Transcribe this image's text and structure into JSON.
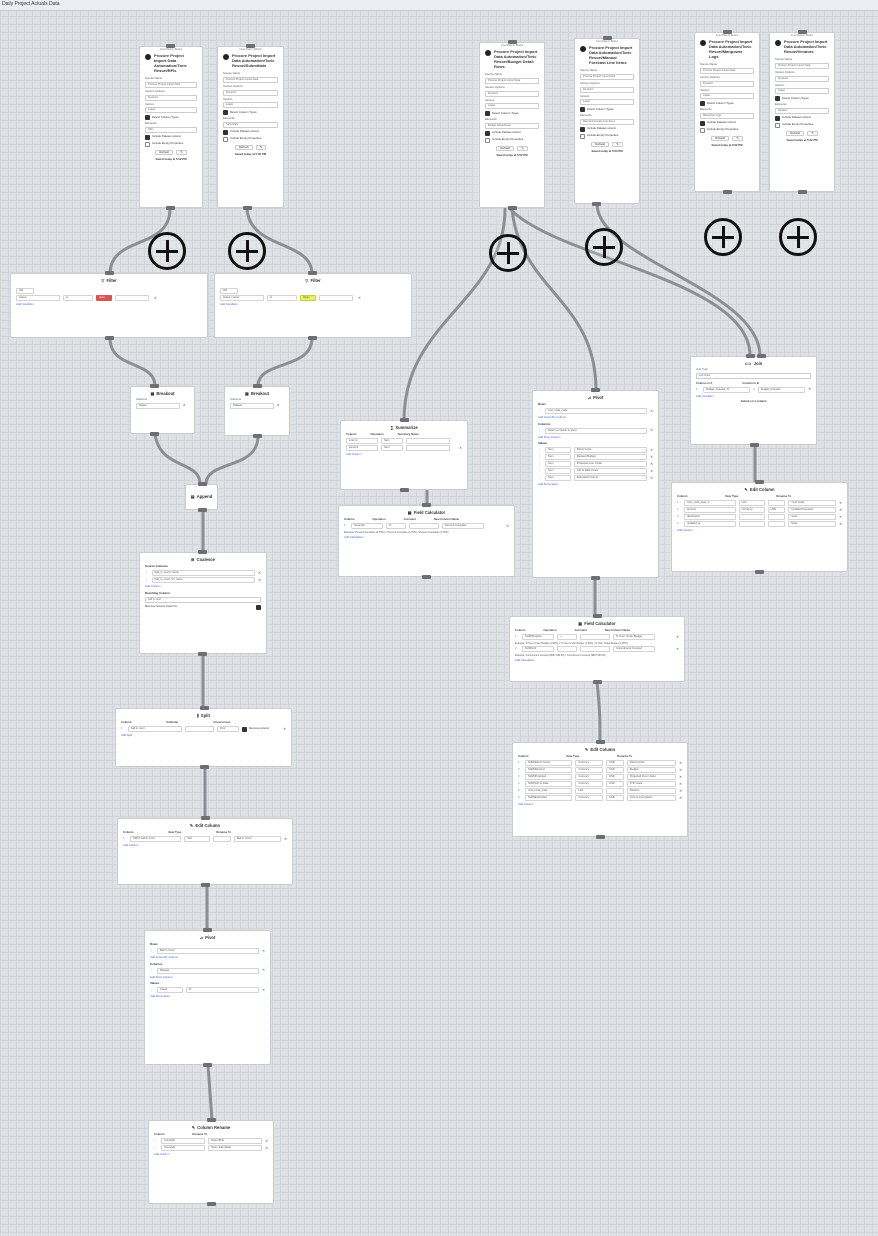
{
  "window": {
    "title": "Daily Project Actuals Data"
  },
  "icons": {
    "plus": "plus-circle-icon",
    "filter": "filter-icon",
    "join": "join-icon",
    "pivot": "pivot-icon",
    "close": "close-icon"
  },
  "sources": [
    {
      "head": "Input Data in Blocks",
      "title": "Procore Project Import Data Automation/Toric Resort/RFIs",
      "source_label": "Source Name",
      "source_value": "Procore Project Import Data",
      "version_opts_label": "Version Options",
      "version_opts_value": "Dynamic",
      "version_label": "Version",
      "version_value": "Latest",
      "detect": "Detect Column Types",
      "elements_label": "Elements",
      "elements_value": "RFIs",
      "include_dataset": "Include Dataset column",
      "include_empty": "Include Empty Properties",
      "refresh": "Refresh",
      "saved": "Saved today at 5:02 PM"
    },
    {
      "head": "Input Data in Blocks",
      "title": "Procore Project Import Data Automation/Toric Resort/Submittals",
      "source_label": "Source Name",
      "source_value": "Procore Project Import Data",
      "version_opts_label": "Version Options",
      "version_opts_value": "Dynamic",
      "version_label": "Version",
      "version_value": "Latest",
      "detect": "Detect Column Types",
      "elements_label": "Elements",
      "elements_value": "Submittals",
      "include_dataset": "Include Dataset column",
      "include_empty": "Include Empty Properties",
      "refresh": "Refresh",
      "saved": "Saved today at 5:02 PM"
    },
    {
      "head": "Input Data in Blocks",
      "title": "Procore Project Import Data Automation/Toric Resort/Budget Detail Rows",
      "source_label": "Source Name",
      "source_value": "Procore Project Import Data",
      "version_opts_label": "Version Options",
      "version_opts_value": "Dynamic",
      "version_label": "Version",
      "version_value": "Latest",
      "detect": "Detect Column Types",
      "elements_label": "Elements",
      "elements_value": "Budget Detail Rows",
      "include_dataset": "Include Dataset column",
      "include_empty": "Include Empty Properties",
      "refresh": "Refresh",
      "saved": "Saved today at 5:02 PM"
    },
    {
      "head": "Input Data in Blocks",
      "title": "Procore Project Import Data Automation/Toric Resort/Manual Forecast Line Items",
      "source_label": "Source Name",
      "source_value": "Procore Project Import Data",
      "version_opts_label": "Version Options",
      "version_opts_value": "Dynamic",
      "version_label": "Version",
      "version_value": "Latest",
      "detect": "Detect Column Types",
      "elements_label": "Elements",
      "elements_value": "Manual Forecast Line Items",
      "include_dataset": "Include Dataset column",
      "include_empty": "Include Empty Properties",
      "refresh": "Refresh",
      "saved": "Saved today at 5:03 PM"
    },
    {
      "head": "Input Data in Blocks",
      "title": "Procore Project Import Data Automation/Toric Resort/Manpower Logs",
      "source_label": "Source Name",
      "source_value": "Procore Project Import Data",
      "version_opts_label": "Version Options",
      "version_opts_value": "Dynamic",
      "version_label": "Version",
      "version_value": "Latest",
      "detect": "Detect Column Types",
      "elements_label": "Elements",
      "elements_value": "Manpower Logs",
      "include_dataset": "Include Dataset column",
      "include_empty": "Include Empty Properties",
      "refresh": "Refresh",
      "saved": "Saved today at 5:02 PM"
    },
    {
      "head": "Input Data in Blocks",
      "title": "Procore Project Import Data Automation/Toric Resort/Vendors",
      "source_label": "Source Name",
      "source_value": "Procore Project Import Data",
      "version_opts_label": "Version Options",
      "version_opts_value": "Dynamic",
      "version_label": "Version",
      "version_value": "Latest",
      "detect": "Detect Column Types",
      "elements_label": "Elements",
      "elements_value": "Vendors",
      "include_dataset": "Include Dataset column",
      "include_empty": "Include Empty Properties",
      "refresh": "Refresh",
      "saved": "Saved today at 5:02 PM"
    }
  ],
  "filter1": {
    "title": "Filter",
    "op": "OR",
    "field": "status",
    "cmp": "is",
    "value": "open",
    "add": "Add Condition"
  },
  "filter2": {
    "title": "Filter",
    "op": "OR",
    "field": "status / name",
    "cmp": "is",
    "value": "Open",
    "add": "Add Condition"
  },
  "breakout1": {
    "title": "Breakout",
    "label": "Columns",
    "value": "Status"
  },
  "breakout2": {
    "title": "Breakout",
    "label": "Columns",
    "value": "Dataset"
  },
  "append": {
    "title": "Append"
  },
  "coalesce": {
    "title": "Coalesce",
    "src_label": "Source Columns",
    "col1": "ball_in_court / name",
    "col2": "ball_in_court / 0 / name",
    "add": "Add Column",
    "result_label": "Resulting Column",
    "result_value": "ball in court",
    "remove": "Remove Source Columns"
  },
  "split": {
    "title": "Split",
    "h_column": "Column",
    "h_delim": "Delimiter",
    "h_occ": "Occurrences",
    "col": "ball in court",
    "occ": "First",
    "remove": "Remove column",
    "add": "Add Split"
  },
  "edit1": {
    "title": "Edit Column",
    "h_col": "Column",
    "h_type": "New Type",
    "h_rename": "Rename To",
    "col": "SPLIT ball in court",
    "type": "Text",
    "rename": "Ball In Court",
    "add": "Add Column"
  },
  "pivot1": {
    "title": "Pivot",
    "rows_label": "Rows",
    "row1": "Ball In Court",
    "add_group": "Add Group By Column",
    "cols_label": "Columns",
    "col1": "Dataset",
    "add_pivot": "Add Pivot Column",
    "vals_label": "Values",
    "val_op": "Count",
    "val_col": "id",
    "add_summ": "Add Summarize"
  },
  "rename": {
    "title": "Column Rename",
    "h_col": "Column",
    "h_rename": "Rename To",
    "r1_col": "Count(id)",
    "r1_to": "Open RFIs",
    "r2_col": "Count(id)",
    "r2_to": "Open Submittals",
    "add": "Add Column"
  },
  "summarize": {
    "title": "Summarize",
    "h_col": "Column",
    "h_op": "Operation",
    "h_name": "Summary Name",
    "r1_col": "cost co",
    "r1_op": "Sum",
    "r2_col": "Amount",
    "r2_op": "Sum",
    "add": "Add Column"
  },
  "fcalc1": {
    "title": "Field Calculator",
    "h_col": "Column",
    "h_op": "Operation",
    "h_const": "Constant",
    "h_new": "New Column Name",
    "r_col": "Sum(Job",
    "r_op": "%",
    "r_new": "Percent Complete",
    "example": "Example: Percent Complete (3.75%) = Percent Complete (3.75%) / Percent Complete (3.75%)",
    "add": "Add Calculation"
  },
  "pivot2": {
    "title": "Pivot",
    "rows_label": "Rows",
    "row1": "cost_code_code",
    "add_group": "Add Group By Column",
    "cols_label": "Columns",
    "col_placeholder": "Select a column to pivot",
    "add_pivot": "Add Pivot Column",
    "vals_label": "Values",
    "values": [
      {
        "op": "Sum",
        "col": "Direct Costs"
      },
      {
        "op": "Sum",
        "col": "Revised Budget"
      },
      {
        "op": "Sum",
        "col": "Projected over Under"
      },
      {
        "op": "Sum",
        "col": "Job to Date Costs"
      },
      {
        "op": "Sum",
        "col": "Estimated Cost at"
      }
    ],
    "add_summ": "Add Summarize"
  },
  "join": {
    "title": "Join",
    "type_label": "Join Type",
    "type_value": "Left Outer",
    "col_a_label": "Column in A",
    "col_b_label": "Column in B",
    "col_a": "budget_forecast_id",
    "col_b": "budget_forecast",
    "add": "Add Condition",
    "joined": "Joined on 1 column"
  },
  "edit2": {
    "title": "Edit Column",
    "h_col": "Column",
    "h_type": "New Type",
    "h_rename": "Rename To",
    "rows": [
      {
        "col": "cost_code_level_1",
        "type": "Link",
        "rename": "Cost Code"
      },
      {
        "col": "amount",
        "type": "Currency",
        "prec": "USD",
        "rename": "Updated Forecast"
      },
      {
        "col": "description",
        "type": "",
        "rename": "Note"
      },
      {
        "col": "updated_at",
        "type": "",
        "rename": "Date"
      }
    ],
    "add": "Add Column"
  },
  "fcalc2": {
    "title": "Field Calculator",
    "h_col": "Column",
    "h_op": "Operation",
    "h_const": "Constant",
    "h_new": "New Column Name",
    "r1_col": "SUM(Projecte",
    "r1_op": "÷",
    "r1_new": "% Over Under Budget",
    "r1_example": "Example: % Over Under Budget (1.95%) = % Over Under Budget (1.95%) / % Over Under Budget (1.95%)",
    "r2_col": "SUM(Job",
    "r2_op": "-",
    "r2_new": "Commitment Invoiced",
    "r2_example": "Example: Commitment Invoiced ($567,930.50) = Commitment Invoiced ($567,930.50)",
    "add": "Add Calculation"
  },
  "edit3": {
    "title": "Edit Column",
    "h_col": "Column",
    "h_type": "New Type",
    "h_rename": "Rename To",
    "rows": [
      {
        "col": "SUM(Direct Costs)",
        "type": "Currency",
        "prec": "USD",
        "rename": "Direct Costs"
      },
      {
        "col": "SUM(Revised",
        "type": "Currency",
        "prec": "USD",
        "rename": "Budget"
      },
      {
        "col": "SUM(Projected",
        "type": "Currency",
        "prec": "USD",
        "rename": "Projected Over Under"
      },
      {
        "col": "SUM(Job to Date",
        "type": "Currency",
        "prec": "USD",
        "rename": "JTD Costs"
      },
      {
        "col": "cost_code_code",
        "type": "Link",
        "prec": "",
        "rename": "Division"
      },
      {
        "col": "SUM(Estimated",
        "type": "Currency",
        "prec": "USD",
        "rename": "Cost at Completion"
      }
    ],
    "add": "Add Column"
  }
}
